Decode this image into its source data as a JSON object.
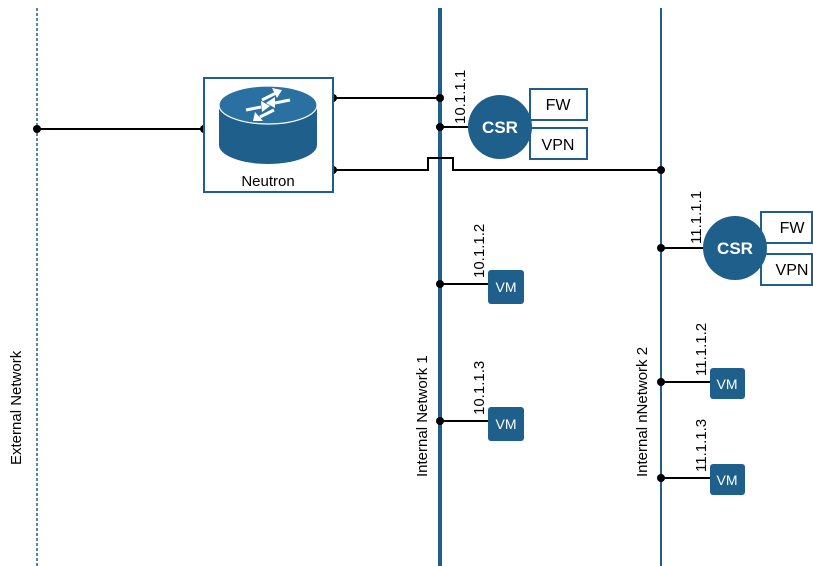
{
  "networks": {
    "external": {
      "label": "External Network"
    },
    "internal1": {
      "label": "Internal Network 1"
    },
    "internal2": {
      "label": "Internal nNetwork 2"
    }
  },
  "router": {
    "label": "Neutron",
    "icon": "router-icon"
  },
  "csr1": {
    "label": "CSR",
    "ip": "10.1.1.1",
    "modules": [
      "FW",
      "VPN"
    ]
  },
  "csr2": {
    "label": "CSR",
    "ip": "11.1.1.1",
    "modules": [
      "FW",
      "VPN"
    ]
  },
  "vms_net1": [
    {
      "ip": "10.1.1.2",
      "label": "VM"
    },
    {
      "ip": "10.1.1.3",
      "label": "VM"
    }
  ],
  "vms_net2": [
    {
      "ip": "11.1.1.2",
      "label": "VM"
    },
    {
      "ip": "11.1.1.3",
      "label": "VM"
    }
  ],
  "colors": {
    "primary": "#1f5f8b",
    "line": "#000000",
    "background": "#ffffff"
  }
}
